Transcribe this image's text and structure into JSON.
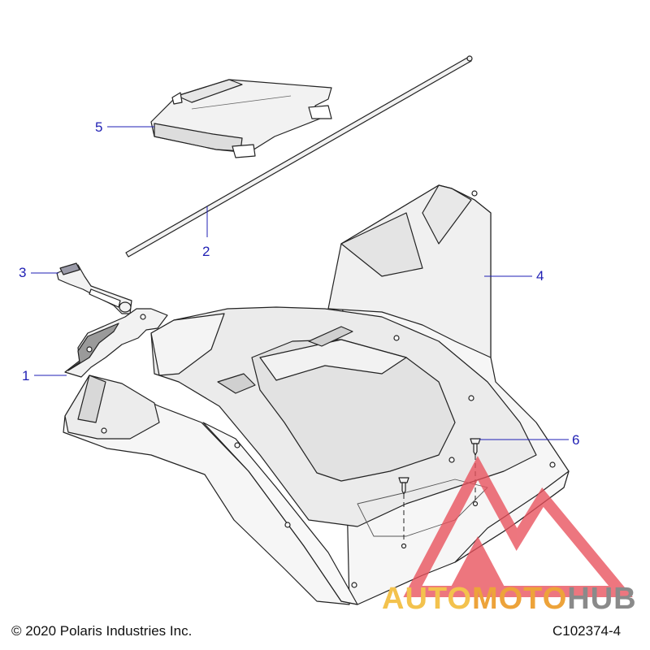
{
  "diagram": {
    "callouts": [
      {
        "id": "1",
        "label": "1"
      },
      {
        "id": "2",
        "label": "2"
      },
      {
        "id": "3",
        "label": "3"
      },
      {
        "id": "4",
        "label": "4"
      },
      {
        "id": "5",
        "label": "5"
      },
      {
        "id": "6",
        "label": "6"
      }
    ],
    "colors": {
      "callout": "#1f1fb4",
      "outline": "#222222",
      "part_fill": "#f2f2f2",
      "watermark_red": "#e8505b",
      "watermark_yellow": "#f3c24d",
      "watermark_orange": "#eda33a",
      "watermark_gray": "#8a8a8a"
    }
  },
  "watermark": {
    "brand_part1": "AUTO",
    "brand_part2": "MOTO",
    "brand_part3": "HUB"
  },
  "footer": {
    "copyright": "© 2020 Polaris Industries Inc.",
    "diagram_code": "C102374-4"
  }
}
